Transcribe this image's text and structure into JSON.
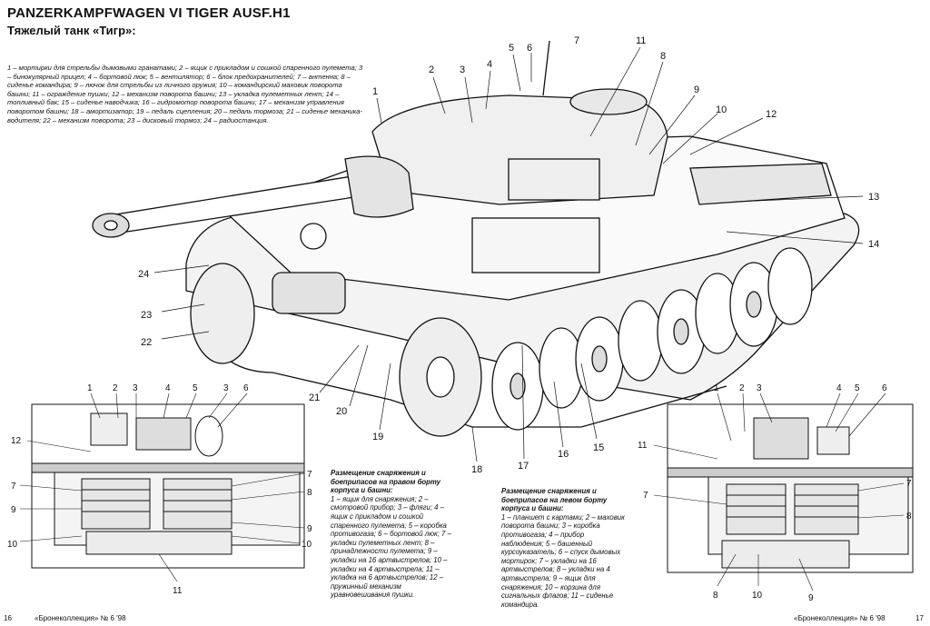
{
  "header": {
    "title": "PANZERKAMPFWAGEN VI TIGER AUSF.H1",
    "subtitle": "Тяжелый танк «Тигр»:"
  },
  "legend_text": "1 – мортирки для стрельбы дымовыми гранатами; 2 – ящик с прикладом и сошкой спаренного пулемета; 3 – бинокулярный прицел; 4 – бортовой люк; 5 – вентилятор; 6 – блок предохранителей; 7 – антенна; 8 – сиденье командира; 9 – лючок для стрельбы из личного оружия; 10 – командирский маховик поворота башни; 11 – ограждение пушки; 12 – механизм поворота башни; 13 – укладка пулеметных лент; 14 – топливный бак; 15 – сиденье наводчика; 16 – гидромотор поворота башни; 17 – механизм управления поворотом башни; 18 – амортизатор; 19 – педаль сцепления; 20 – педаль тормоза; 21 – сиденье механика-водителя; 22 – механизм поворота; 23 – дисковый тормоз; 24 – радиостанция.",
  "main_callouts": [
    "1",
    "2",
    "3",
    "4",
    "5",
    "6",
    "7",
    "8",
    "9",
    "10",
    "11",
    "12",
    "13",
    "14",
    "15",
    "16",
    "17",
    "18",
    "19",
    "20",
    "21",
    "22",
    "23",
    "24"
  ],
  "left_section": {
    "callouts": [
      "1",
      "2",
      "3",
      "4",
      "5",
      "3",
      "6",
      "12",
      "7",
      "8",
      "7",
      "9",
      "9",
      "10",
      "10",
      "11"
    ]
  },
  "right_section": {
    "callouts": [
      "1",
      "2",
      "3",
      "4",
      "5",
      "6",
      "11",
      "7",
      "7",
      "8",
      "8",
      "10",
      "9"
    ]
  },
  "caption_right_board": {
    "heading": "Размещение снаряжения и боеприпасов на правом борту корпуса и башни:",
    "body": "1 – ящик для снаряжения; 2 – смотровой прибор; 3 – фляги; 4 – ящик с прикладом и сошкой спаренного пулемета; 5 – коробка противогаза; 6 – бортовой люк; 7 – укладки пулеметных лент; 8 – принадлежности пулемета; 9 – укладки на 16 артвыстрелов; 10 – укладки на 4 артвыстрела; 11 – укладка на 6 артвыстрелов; 12 – пружинный механизм уравновешивания пушки."
  },
  "caption_left_board": {
    "heading": "Размещение снаряжения и боеприпасов на левом борту корпуса и башни:",
    "body": "1 – планшет с картами; 2 – маховик поворота башни; 3 – коробка противогаза; 4 – прибор наблюдения; 5 – башенный курсоуказатель; 6 – спуск дымовых мортирок; 7 – укладки на 16 артвыстрелов; 8 – укладки на 4 артвыстрела; 9 – ящик для снаряжения; 10 – корзина для сигнальных флагов; 11 – сиденье командира."
  },
  "footer": {
    "left_page": "16",
    "left_journal": "«Бронеколлекция» № 6 '98",
    "right_journal": "«Бронеколлекция» № 6 '98",
    "right_page": "17"
  }
}
